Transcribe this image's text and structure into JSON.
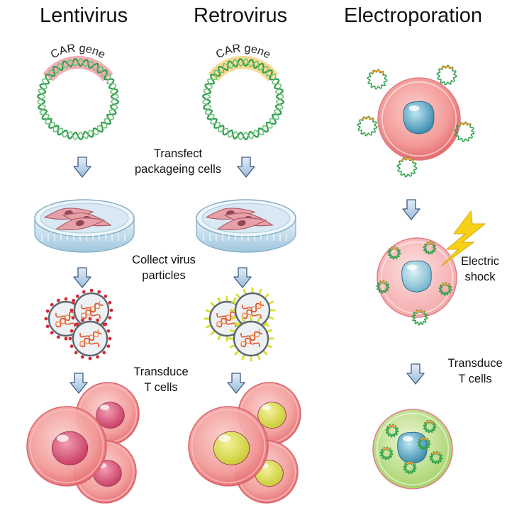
{
  "headings": {
    "lentivirus": "Lentivirus",
    "retrovirus": "Retrovirus",
    "electroporation": "Electroporation"
  },
  "plasmid_label": "CAR gene",
  "steps": {
    "transfect": [
      "Transfect",
      "packageing cells"
    ],
    "collect": [
      "Collect virus",
      "particles"
    ],
    "transduce_viral": [
      "Transduce",
      "T cells"
    ],
    "electric": [
      "Electric",
      "shock"
    ],
    "transduce_electro": [
      "Transduce",
      "T cells"
    ]
  },
  "colors": {
    "dna": "#2e9e4a",
    "car_lenti": "#f2a0a8",
    "car_retro": "#f6d27a",
    "arrow_fill": "#bcd3ea",
    "arrow_stroke": "#3d5a80",
    "dish": "#cfe3f0",
    "t_cell": "#f08a8a",
    "nucleus_lenti": "#d44a6a",
    "nucleus_retro": "#d6dd4a",
    "nucleus_electro": "#5aa6c2",
    "lightning": "#f7d117",
    "electro_cell_done": "#bfe08a"
  }
}
